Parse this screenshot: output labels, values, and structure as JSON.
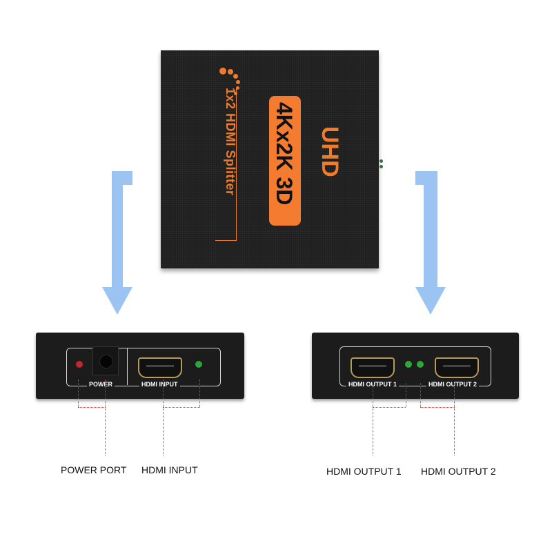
{
  "product": {
    "brand_line": "1x2 HDMI Splitter",
    "badge": "4Kx2K 3D",
    "uhd": "UHD"
  },
  "input_side": {
    "labels": {
      "power": "POWER",
      "hdmi_input": "HDMI INPUT"
    },
    "leds": {
      "power_led": "#c0282a",
      "signal_led": "#2fa63c"
    }
  },
  "output_side": {
    "labels": {
      "out1": "HDMI OUTPUT 1",
      "out2": "HDMI OUTPUT 2"
    },
    "leds": {
      "out1_led": "#2fa63c",
      "out2_led": "#2fa63c"
    }
  },
  "captions": {
    "power_port": "POWER PORT",
    "hdmi_input": "HDMI INPUT",
    "hdmi_output_1": "HDMI OUTPUT 1",
    "hdmi_output_2": "HDMI OUTPUT 2"
  },
  "colors": {
    "accent_orange": "#f47c30",
    "arrow_blue": "#9cc4f2",
    "device_black": "#1c1c1c"
  }
}
